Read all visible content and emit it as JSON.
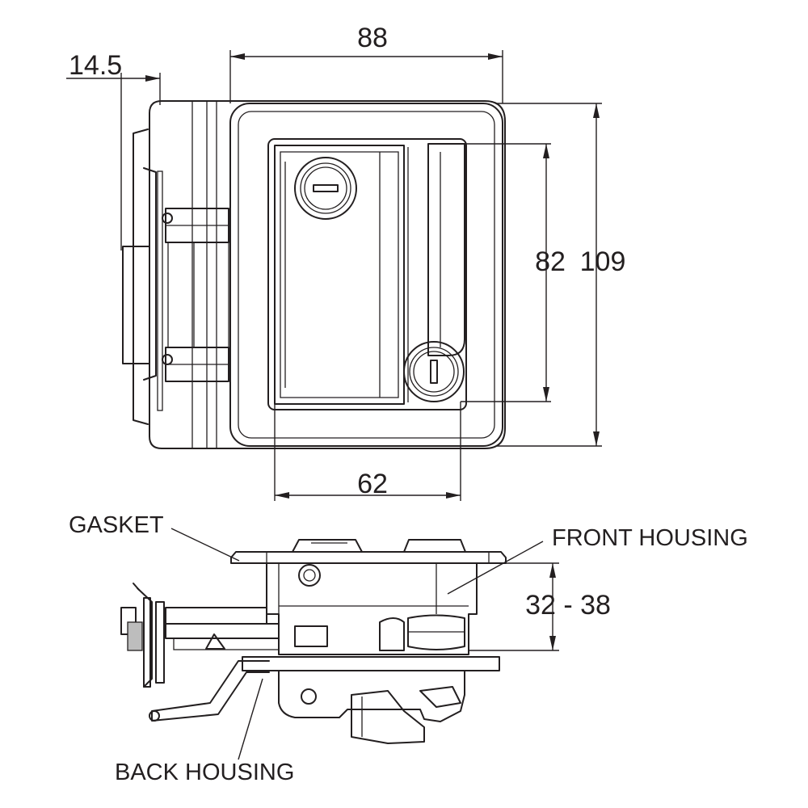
{
  "dimensions": {
    "width_overall": "88",
    "depth_flange": "14.5",
    "height_handle": "82",
    "height_overall": "109",
    "width_handle": "62",
    "door_thickness": "32 - 38"
  },
  "labels": {
    "gasket": "GASKET",
    "front_housing": "FRONT HOUSING",
    "back_housing": "BACK HOUSING"
  },
  "colors": {
    "line": "#231f20",
    "background": "#ffffff"
  }
}
